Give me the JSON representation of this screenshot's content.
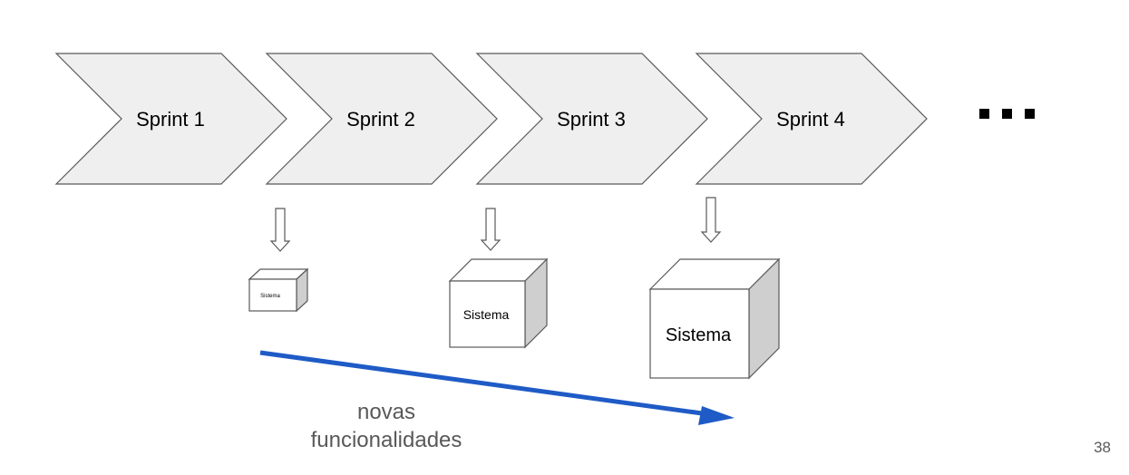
{
  "sprints": [
    {
      "label": "Sprint 1"
    },
    {
      "label": "Sprint 2"
    },
    {
      "label": "Sprint 3"
    },
    {
      "label": "Sprint 4"
    }
  ],
  "continuation": "...",
  "systems": [
    {
      "label": "Sistema"
    },
    {
      "label": "Sistema"
    },
    {
      "label": "Sistema"
    }
  ],
  "trend_caption": {
    "line1": "novas",
    "line2": "funcionalidades"
  },
  "page_number": "38",
  "colors": {
    "chevron_fill": "#efefef",
    "outline": "#595959",
    "trend_arrow": "#1f5bc6",
    "caption": "#595959"
  }
}
